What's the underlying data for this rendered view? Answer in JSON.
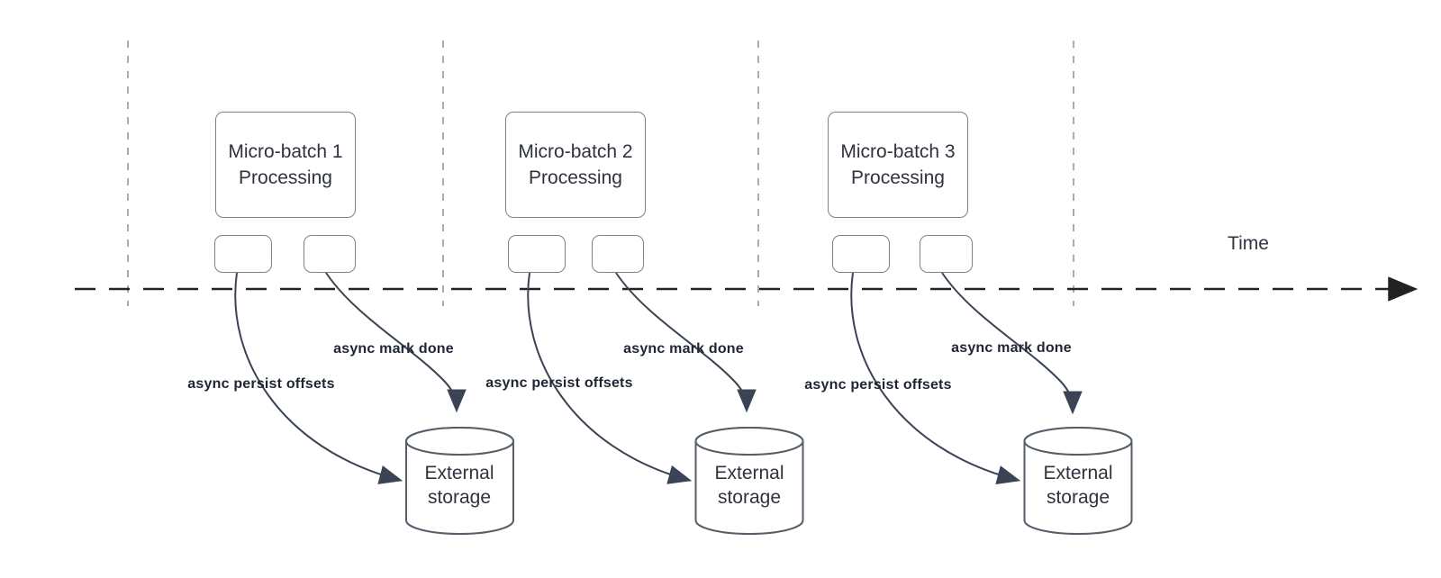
{
  "diagram": {
    "time_axis_label": "Time",
    "groups": [
      {
        "title_line1": "Micro-batch 1",
        "title_line2": "Processing",
        "persist_label": "async persist offsets",
        "done_label": "async mark done",
        "storage_line1": "External",
        "storage_line2": "storage"
      },
      {
        "title_line1": "Micro-batch 2",
        "title_line2": "Processing",
        "persist_label": "async persist offsets",
        "done_label": "async mark done",
        "storage_line1": "External",
        "storage_line2": "storage"
      },
      {
        "title_line1": "Micro-batch 3",
        "title_line2": "Processing",
        "persist_label": "async persist offsets",
        "done_label": "async mark done",
        "storage_line1": "External",
        "storage_line2": "storage"
      }
    ],
    "colors": {
      "arrow_stroke": "#3a4454",
      "timeline_stroke": "#222222",
      "guide_stroke": "#ababab",
      "box_border": "#7a828c",
      "box_text": "#2f333d",
      "label_text": "#1f2533",
      "background": "#ffffff"
    }
  }
}
